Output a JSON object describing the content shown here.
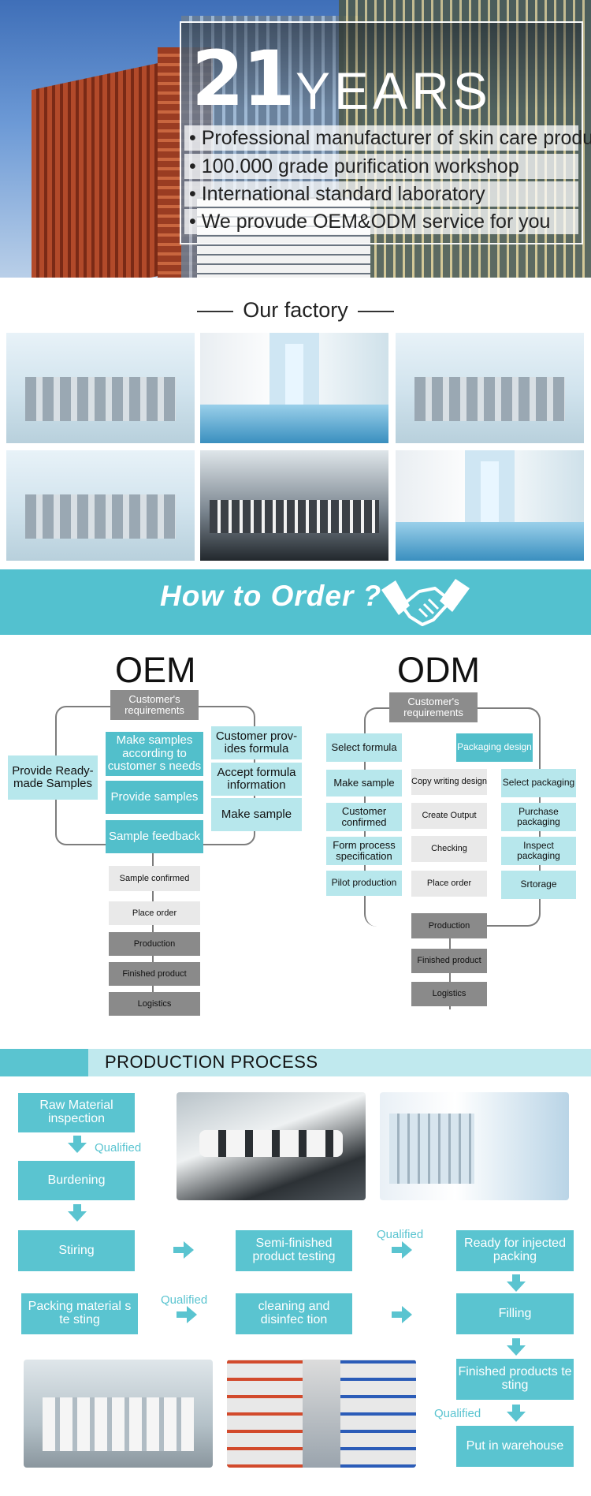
{
  "hero": {
    "years_number": "21",
    "years_word": "YEARS",
    "bullets": [
      "• Professional manufacturer of skin care products",
      "• 100.000 grade purification workshop",
      "• International standard laboratory",
      "• We provude OEM&ODM service for you"
    ]
  },
  "factory": {
    "title": "Our factory"
  },
  "order": {
    "title": "How to Order ?",
    "icon": "handshake-icon"
  },
  "oem": {
    "title": "OEM",
    "requirements": "Customer's requirements",
    "ready_made": "Provide Ready-made Samples",
    "make_samples": "Make samples according to customer s needs",
    "provide_samples": "Provide samples",
    "sample_feedback": "Sample feedback",
    "customer_provides": "Customer prov-ides formula",
    "accept_formula": "Accept formula information",
    "make_sample": "Make sample",
    "steps": [
      "Sample confirmed",
      "Place order",
      "Production",
      "Finished product",
      "Logistics"
    ]
  },
  "odm": {
    "title": "ODM",
    "requirements": "Customer's requirements",
    "left": [
      "Select formula",
      "Make sample",
      "Customer confirmed",
      "Form process specification",
      "Pilot production"
    ],
    "packaging_design": "Packaging design",
    "middle": [
      "Copy writing design",
      "Create Output",
      "Checking",
      "Place order"
    ],
    "right": [
      "Select packaging",
      "Purchase packaging",
      "Inspect packaging",
      "Srtorage"
    ],
    "steps": [
      "Production",
      "Finished product",
      "Logistics"
    ]
  },
  "production": {
    "title": "PRODUCTION PROCESS",
    "qualified": "Qualified",
    "raw_material": "Raw Material inspection",
    "burdening": "Burdening",
    "stiring": "Stiring",
    "semi_finished": "Semi-finished product testing",
    "ready_injected": "Ready for injected packing",
    "packing_testing": "Packing material s te sting",
    "cleaning": "cleaning and disinfec tion",
    "filling": "Filling",
    "finished_testing": "Finished products te sting",
    "warehouse": "Put in warehouse"
  },
  "colors": {
    "teal": "#53c1cf",
    "light_teal": "#b7e7ec",
    "gray": "#8c8c8c"
  }
}
